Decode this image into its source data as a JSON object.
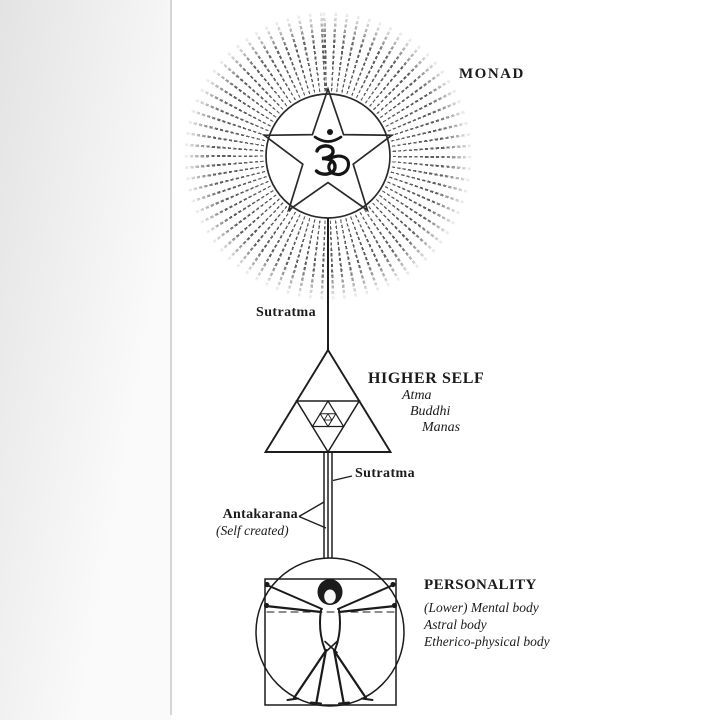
{
  "canvas": {
    "background_color": "#ffffff",
    "ink_color": "#1b1b1b",
    "ray_color": "#5e5e5e",
    "page_edge_color": "#d6d6d6"
  },
  "monad": {
    "label": "MONAD",
    "symbol_name": "om-symbol",
    "symbol_glyph": "ॐ"
  },
  "links": {
    "sutratma_upper": "Sutratma",
    "sutratma_lower": "Sutratma",
    "antakarana": "Antakarana",
    "antakarana_note": "(Self created)"
  },
  "higher_self": {
    "label": "HIGHER SELF",
    "bodies": [
      "Atma",
      "Buddhi",
      "Manas"
    ]
  },
  "personality": {
    "label": "PERSONALITY",
    "bodies": [
      "(Lower) Mental body",
      "Astral body",
      "Etherico-physical body"
    ]
  }
}
